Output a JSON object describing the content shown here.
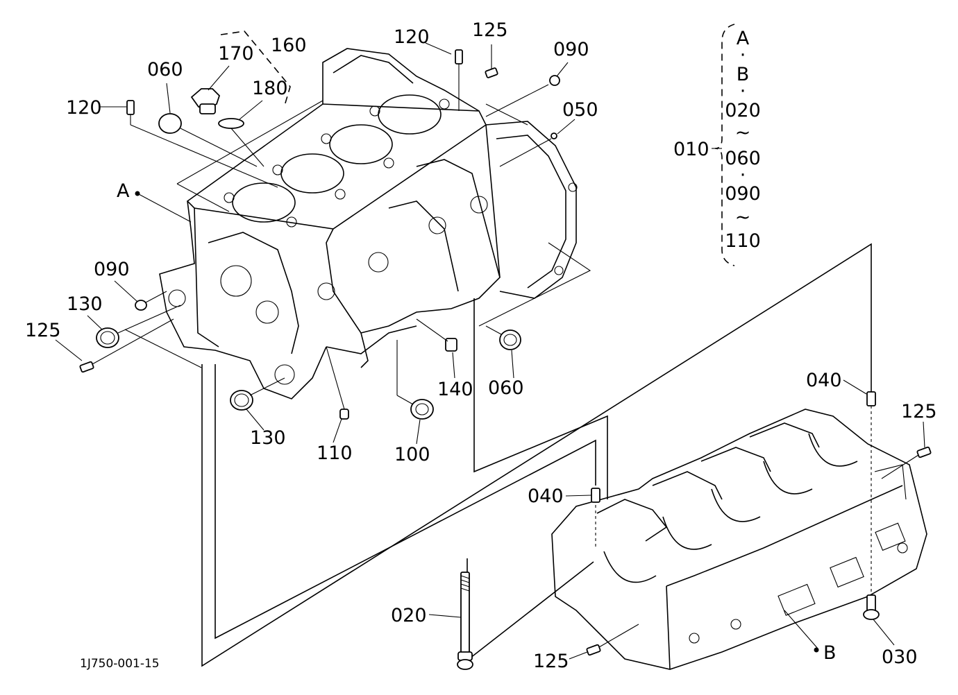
{
  "diagram": {
    "drawing_number": "1J750-001-15",
    "group_labels": [
      "A",
      "B"
    ],
    "legend": {
      "ref": "010",
      "lines": [
        "A",
        "·",
        "B",
        "·",
        "020",
        "~",
        "060",
        "·",
        "090",
        "~",
        "110"
      ]
    },
    "callouts": [
      "120",
      "125",
      "090",
      "050",
      "170",
      "160",
      "180",
      "060",
      "120",
      "A",
      "090",
      "130",
      "125",
      "130",
      "110",
      "100",
      "140",
      "060",
      "040",
      "125",
      "040",
      "020",
      "125",
      "B",
      "030"
    ]
  }
}
